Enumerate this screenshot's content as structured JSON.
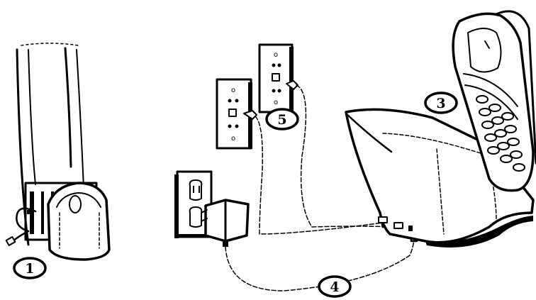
{
  "figure": {
    "callouts": [
      {
        "id": "step-1",
        "label": "1"
      },
      {
        "id": "step-3",
        "label": "3"
      },
      {
        "id": "step-4",
        "label": "4"
      },
      {
        "id": "step-5",
        "label": "5"
      }
    ]
  },
  "colors": {
    "ink": "#000000",
    "paper": "#ffffff"
  },
  "icons": {
    "handset-back": "handset-battery-icon",
    "battery-pack": "battery-pack-icon",
    "phone-jacks": "phone-jack-icon",
    "power-outlet": "power-outlet-icon",
    "ac-adapter": "ac-adapter-icon",
    "base-station": "base-station-icon",
    "handset": "cordless-handset-icon"
  }
}
